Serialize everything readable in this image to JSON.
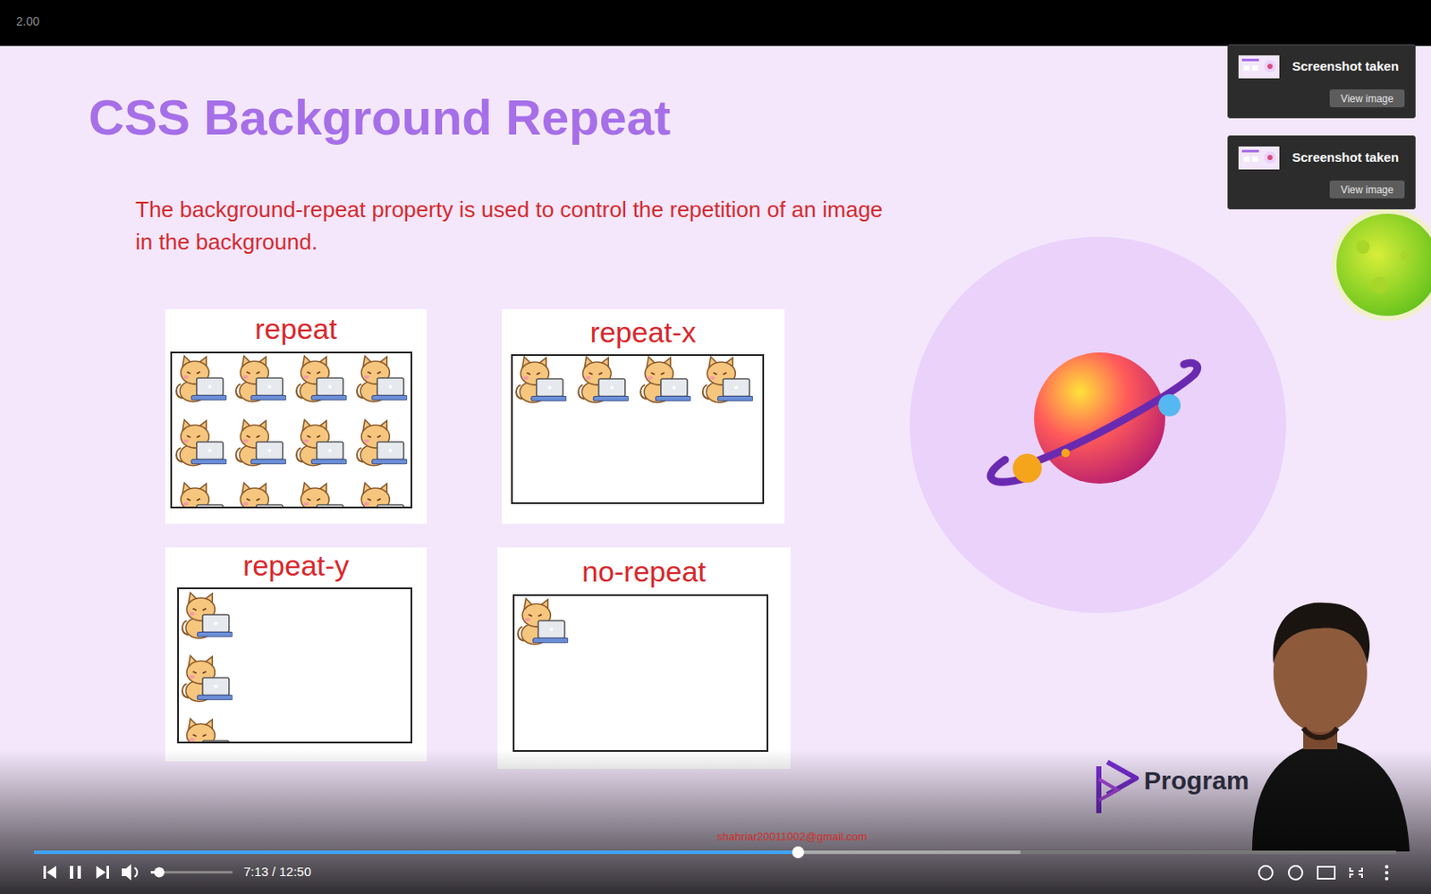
{
  "diagram": {
    "title": "CSS Background Repeat",
    "nodes": [
      {
        "text": [
          "Screenshot taken"
        ]
      },
      {
        "text": [
          "View image"
        ],
        "in": 0
      },
      {
        "text": [
          "Screenshot taken"
        ]
      },
      {
        "text": [
          "View image"
        ],
        "in": 2
      },
      {
        "text": [
          "repeat"
        ]
      },
      {
        "text": [
          "repeat-x"
        ]
      },
      {
        "text": [
          "repeat-y"
        ]
      },
      {
        "text": [
          "no-repeat"
        ]
      }
    ],
    "labels": [
      "2.00",
      "The background-repeat property is used to control the repetition of an image in the background.",
      "Program",
      "shahriar20011002@gmail.com",
      "7:13 / 12:50"
    ]
  }
}
